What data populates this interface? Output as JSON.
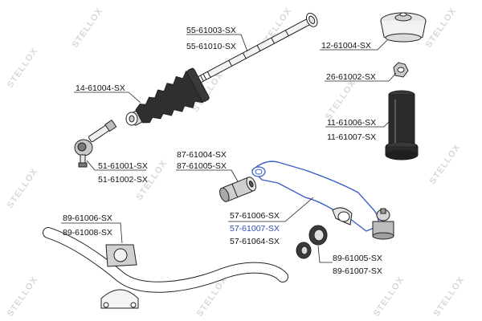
{
  "watermark": {
    "text": "STELLOX"
  },
  "colors": {
    "highlight_label": "#2a4fb5",
    "control_arm_outline": "#3a5fc8"
  },
  "parts": [
    {
      "id": "steering-rack-shaft",
      "labels": [
        "55-61003-SX",
        "55-61010-SX"
      ]
    },
    {
      "id": "strut-mount",
      "labels": [
        "12-61004-SX"
      ]
    },
    {
      "id": "strut-mount-bearing",
      "labels": [
        "26-61002-SX"
      ]
    },
    {
      "id": "steering-boot",
      "labels": [
        "14-61004-SX"
      ]
    },
    {
      "id": "shock-dust-boot",
      "labels": [
        "11-61006-SX",
        "11-61007-SX"
      ]
    },
    {
      "id": "tie-rod-end",
      "labels": [
        "51-61001-SX",
        "51-61002-SX"
      ]
    },
    {
      "id": "arm-bushing-front",
      "labels": [
        "87-61004-SX",
        "87-61005-SX"
      ]
    },
    {
      "id": "stabilizer-bushing",
      "labels": [
        "89-61006-SX",
        "89-61008-SX"
      ]
    },
    {
      "id": "control-arm",
      "labels": [
        "57-61006-SX",
        "57-61007-SX",
        "57-61064-SX"
      ],
      "highlighted_label_index": 1
    },
    {
      "id": "arm-bushing-rear",
      "labels": [
        "89-61005-SX",
        "89-61007-SX"
      ]
    }
  ]
}
